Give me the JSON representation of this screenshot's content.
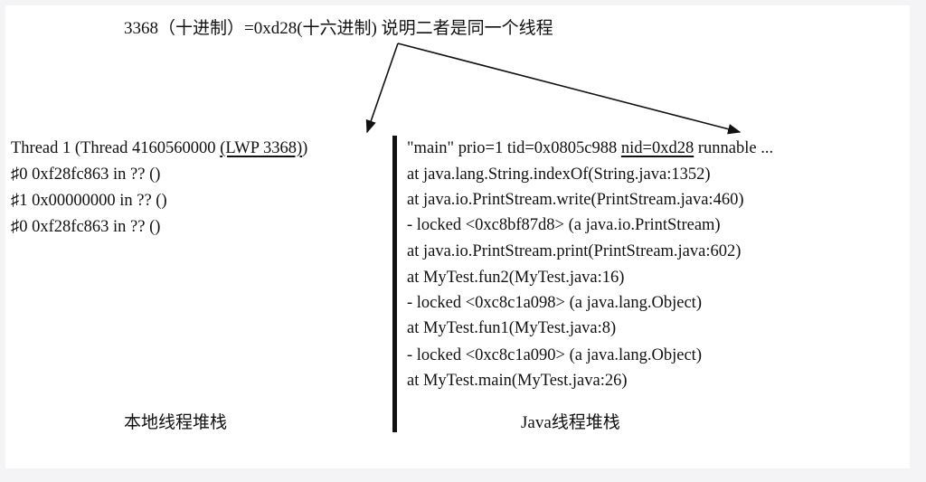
{
  "header": {
    "note": "3368（十进制）=0xd28(十六进制)   说明二者是同一个线程"
  },
  "native_stack": {
    "thread_prefix": "Thread 1 (Thread 4160560000 ",
    "lwp": "(LWP 3368)",
    "thread_suffix": ")",
    "frames": [
      "♯0 0xf28fc863 in ?? ()",
      "♯1 0x00000000 in ?? ()",
      "♯0 0xf28fc863 in ?? ()"
    ],
    "caption": "本地线程堆栈"
  },
  "java_stack": {
    "header_prefix": "\"main\" prio=1 tid=0x0805c988 ",
    "nid": "nid=0xd28",
    "header_suffix": " runnable ...",
    "frames": [
      "at java.lang.String.indexOf(String.java:1352)",
      "at java.io.PrintStream.write(PrintStream.java:460)",
      "- locked <0xc8bf87d8> (a java.io.PrintStream)",
      "at java.io.PrintStream.print(PrintStream.java:602)",
      "at MyTest.fun2(MyTest.java:16)",
      "- locked <0xc8c1a098> (a java.lang.Object)",
      "at MyTest.fun1(MyTest.java:8)",
      "- locked <0xc8c1a090> (a java.lang.Object)",
      "at MyTest.main(MyTest.java:26)"
    ],
    "caption": "Java线程堆栈"
  }
}
